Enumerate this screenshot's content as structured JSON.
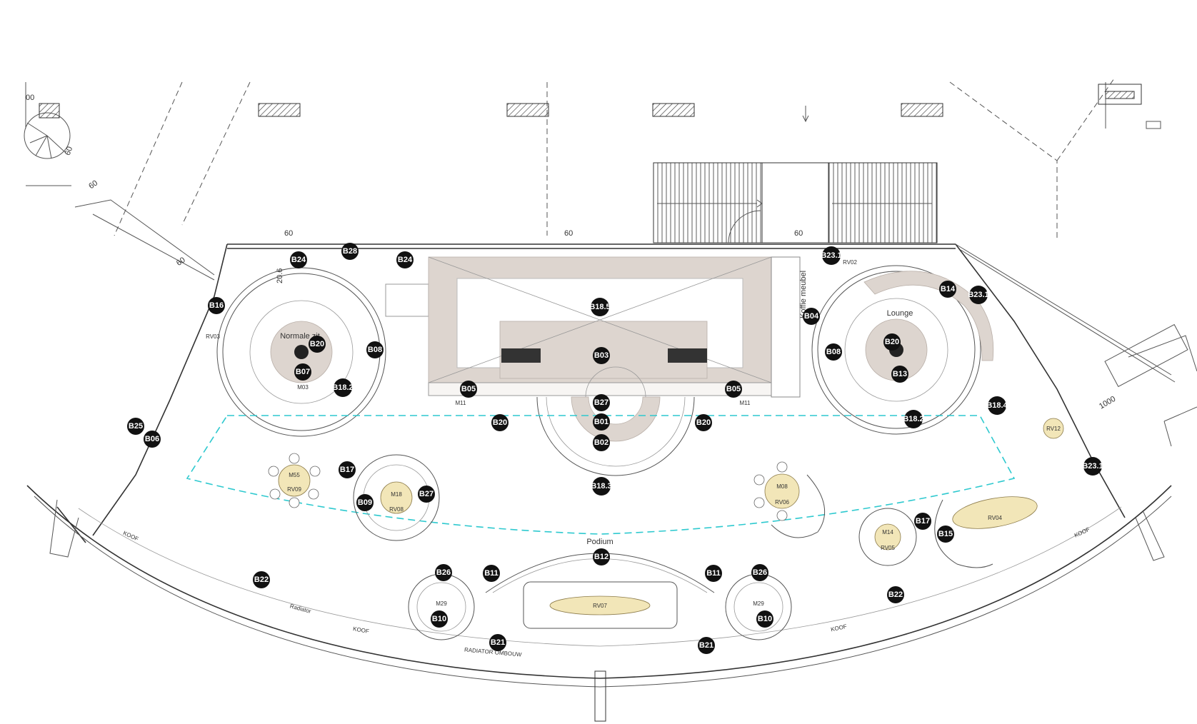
{
  "dimensions": {
    "wall_a": "60",
    "wall_b": "60",
    "wall_c": "60",
    "wall_d": "60",
    "wall_e": "60",
    "wall_f": "60",
    "top_left": "00",
    "right_dim": "1000",
    "left_level": "20.6"
  },
  "zones": {
    "normale_zit": "Normale zit",
    "lounge": "Lounge",
    "podium": "Podium",
    "koffie_meubel": "Koffie meubel",
    "koof_left": "KOOF",
    "koof_center": "KOOF",
    "koof_right_a": "KOOF",
    "koof_right_b": "KOOF",
    "radiator": "Radiator",
    "radiator_ombouw": "RADIATOR OMBOUW"
  },
  "badges": [
    {
      "id": "b24a",
      "label": "B24"
    },
    {
      "id": "b28",
      "label": "B28"
    },
    {
      "id": "b24b",
      "label": "B24"
    },
    {
      "id": "b231a",
      "label": "B23.1"
    },
    {
      "id": "b16",
      "label": "B16"
    },
    {
      "id": "b185",
      "label": "B18.5"
    },
    {
      "id": "b14",
      "label": "B14"
    },
    {
      "id": "b231b",
      "label": "B23.1"
    },
    {
      "id": "b04",
      "label": "B04"
    },
    {
      "id": "b20a",
      "label": "B20"
    },
    {
      "id": "b08a",
      "label": "B08"
    },
    {
      "id": "b03",
      "label": "B03"
    },
    {
      "id": "b08b",
      "label": "B08"
    },
    {
      "id": "b20b",
      "label": "B20"
    },
    {
      "id": "b07",
      "label": "B07"
    },
    {
      "id": "b13",
      "label": "B13"
    },
    {
      "id": "b182a",
      "label": "B18.2"
    },
    {
      "id": "b05a",
      "label": "B05"
    },
    {
      "id": "b05b",
      "label": "B05"
    },
    {
      "id": "b27a",
      "label": "B27"
    },
    {
      "id": "b184",
      "label": "B18.4"
    },
    {
      "id": "b01",
      "label": "B01"
    },
    {
      "id": "b20c",
      "label": "B20"
    },
    {
      "id": "b20d",
      "label": "B20"
    },
    {
      "id": "b182b",
      "label": "B18.2"
    },
    {
      "id": "b25",
      "label": "B25"
    },
    {
      "id": "b02",
      "label": "B02"
    },
    {
      "id": "b06",
      "label": "B06"
    },
    {
      "id": "b231c",
      "label": "B23.1"
    },
    {
      "id": "b17a",
      "label": "B17"
    },
    {
      "id": "b183",
      "label": "B18.3"
    },
    {
      "id": "b27b",
      "label": "B27"
    },
    {
      "id": "b09",
      "label": "B09"
    },
    {
      "id": "b17b",
      "label": "B17"
    },
    {
      "id": "b15",
      "label": "B15"
    },
    {
      "id": "b12",
      "label": "B12"
    },
    {
      "id": "b26a",
      "label": "B26"
    },
    {
      "id": "b11a",
      "label": "B11"
    },
    {
      "id": "b11b",
      "label": "B11"
    },
    {
      "id": "b26b",
      "label": "B26"
    },
    {
      "id": "b22a",
      "label": "B22"
    },
    {
      "id": "b22b",
      "label": "B22"
    },
    {
      "id": "b10a",
      "label": "B10"
    },
    {
      "id": "b10b",
      "label": "B10"
    },
    {
      "id": "b21a",
      "label": "B21"
    },
    {
      "id": "b21b",
      "label": "B21"
    }
  ],
  "tables": {
    "m03": "M03",
    "m55": "M55",
    "m18": "M18",
    "m08": "M08",
    "m14": "M14",
    "m29a": "M29",
    "m29b": "M29",
    "m11a": "M11",
    "m11b": "M11",
    "rv07": "RV07",
    "rv09": "RV09",
    "rv08": "RV08",
    "rv06": "RV06",
    "rv05": "RV05",
    "rv04": "RV04",
    "rv12": "RV12",
    "rv03": "RV03",
    "rv02": "RV02"
  },
  "colors": {
    "badge": "#111111",
    "floor": "#ddd5cf",
    "wood": "#f2e6b8",
    "route": "#2ec9cf",
    "line": "#555555"
  }
}
